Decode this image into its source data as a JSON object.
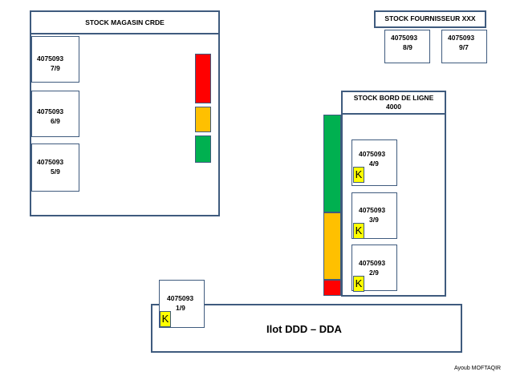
{
  "colors": {
    "border": "#3f5b7e",
    "red": "#ff0000",
    "orange": "#ffc000",
    "green": "#00b050",
    "kanban_yellow": "#ffff00"
  },
  "magasin": {
    "title": "STOCK MAGASIN CRDE",
    "cards": [
      {
        "ref": "4075093",
        "num": "7/9"
      },
      {
        "ref": "4075093",
        "num": "6/9"
      },
      {
        "ref": "4075093",
        "num": "5/9"
      }
    ],
    "signal": [
      "red",
      "orange",
      "green"
    ]
  },
  "fournisseur": {
    "title": "STOCK FOURNISSEUR XXX",
    "cards": [
      {
        "ref": "4075093",
        "num": "8/9"
      },
      {
        "ref": "4075093",
        "num": "9/7"
      }
    ]
  },
  "bord_de_ligne": {
    "title_line1": "STOCK BORD DE LIGNE",
    "title_line2": "4000",
    "cards": [
      {
        "ref": "4075093",
        "num": "4/9",
        "k": "K"
      },
      {
        "ref": "4075093",
        "num": "3/9",
        "k": "K"
      },
      {
        "ref": "4075093",
        "num": "2/9",
        "k": "K"
      }
    ],
    "signal": [
      "green",
      "orange",
      "red"
    ]
  },
  "ilot": {
    "title": "Ilot  DDD – DDA",
    "card": {
      "ref": "4075093",
      "num": "1/9",
      "k": "K"
    }
  },
  "author": "Ayoub MOFTAQIR"
}
